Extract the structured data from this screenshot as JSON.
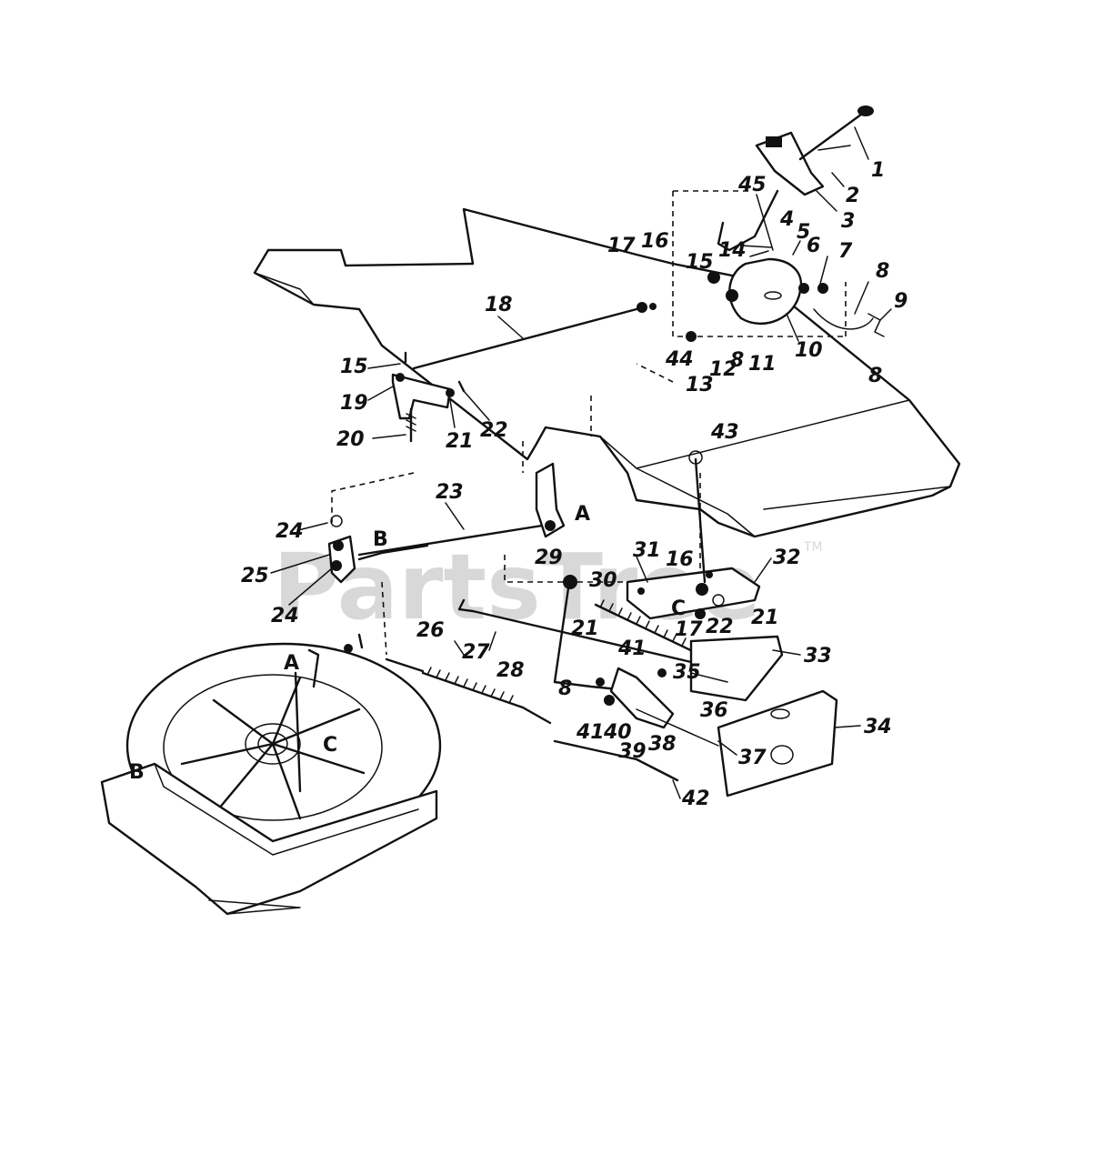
{
  "watermark": {
    "text": "PartsTree",
    "mark": "TM"
  },
  "callouts": [
    {
      "id": "c1",
      "label": "1"
    },
    {
      "id": "c2",
      "label": "2"
    },
    {
      "id": "c3",
      "label": "3"
    },
    {
      "id": "c45",
      "label": "45"
    },
    {
      "id": "c4",
      "label": "4"
    },
    {
      "id": "c5",
      "label": "5"
    },
    {
      "id": "c14",
      "label": "14"
    },
    {
      "id": "c6",
      "label": "6"
    },
    {
      "id": "c7",
      "label": "7"
    },
    {
      "id": "c17a",
      "label": "17"
    },
    {
      "id": "c16a",
      "label": "16"
    },
    {
      "id": "c15a",
      "label": "15"
    },
    {
      "id": "c8a",
      "label": "8"
    },
    {
      "id": "c9",
      "label": "9"
    },
    {
      "id": "c18",
      "label": "18"
    },
    {
      "id": "c44",
      "label": "44"
    },
    {
      "id": "c12",
      "label": "12"
    },
    {
      "id": "c8b",
      "label": "8"
    },
    {
      "id": "c11",
      "label": "11"
    },
    {
      "id": "c10",
      "label": "10"
    },
    {
      "id": "c8c",
      "label": "8"
    },
    {
      "id": "c13",
      "label": "13"
    },
    {
      "id": "c15b",
      "label": "15"
    },
    {
      "id": "c19",
      "label": "19"
    },
    {
      "id": "c21a",
      "label": "21"
    },
    {
      "id": "c22a",
      "label": "22"
    },
    {
      "id": "c20",
      "label": "20"
    },
    {
      "id": "c43",
      "label": "43"
    },
    {
      "id": "c23",
      "label": "23"
    },
    {
      "id": "c24a",
      "label": "24"
    },
    {
      "id": "c25",
      "label": "25"
    },
    {
      "id": "c24b",
      "label": "24"
    },
    {
      "id": "c29",
      "label": "29"
    },
    {
      "id": "c31",
      "label": "31"
    },
    {
      "id": "c16b",
      "label": "16"
    },
    {
      "id": "c32",
      "label": "32"
    },
    {
      "id": "c30",
      "label": "30"
    },
    {
      "id": "c21b",
      "label": "21"
    },
    {
      "id": "c17b",
      "label": "17"
    },
    {
      "id": "c22b",
      "label": "22"
    },
    {
      "id": "c26",
      "label": "26"
    },
    {
      "id": "c27",
      "label": "27"
    },
    {
      "id": "c21c",
      "label": "21"
    },
    {
      "id": "c41a",
      "label": "41"
    },
    {
      "id": "c33",
      "label": "33"
    },
    {
      "id": "c28",
      "label": "28"
    },
    {
      "id": "c35",
      "label": "35"
    },
    {
      "id": "c8d",
      "label": "8"
    },
    {
      "id": "c36",
      "label": "36"
    },
    {
      "id": "c41b",
      "label": "41"
    },
    {
      "id": "c40",
      "label": "40"
    },
    {
      "id": "c39",
      "label": "39"
    },
    {
      "id": "c38",
      "label": "38"
    },
    {
      "id": "c34",
      "label": "34"
    },
    {
      "id": "c37",
      "label": "37"
    },
    {
      "id": "c42",
      "label": "42"
    }
  ],
  "letters": [
    {
      "id": "A1",
      "label": "A"
    },
    {
      "id": "B1",
      "label": "B"
    },
    {
      "id": "C1",
      "label": "C"
    },
    {
      "id": "A2",
      "label": "A"
    },
    {
      "id": "B2",
      "label": "B"
    },
    {
      "id": "C2",
      "label": "C"
    }
  ]
}
